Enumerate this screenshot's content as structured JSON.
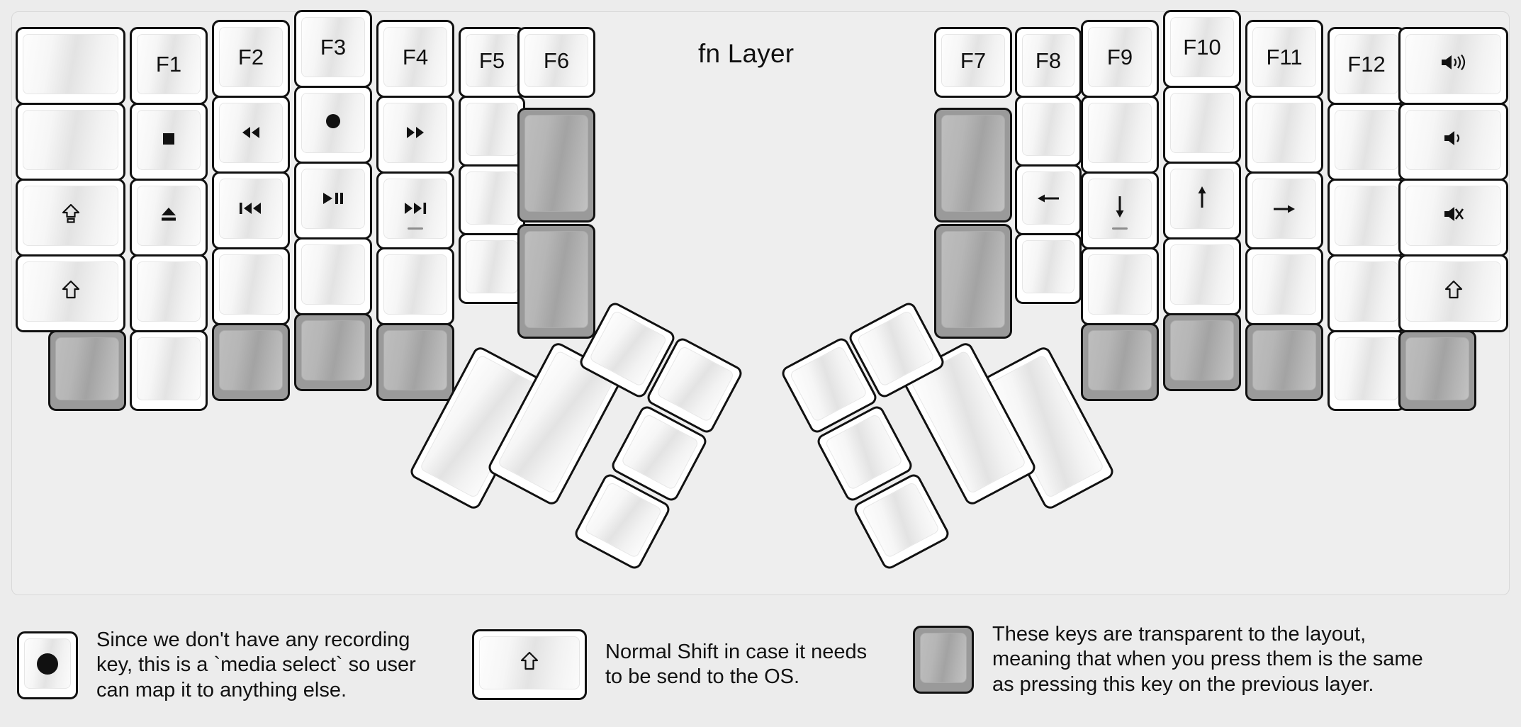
{
  "title": "fn Layer",
  "colors": {
    "background": "#ececec",
    "panel": "#eeeeee",
    "key_face": "#ffffff",
    "transparent_key": "#9a9a9a",
    "outline": "#111111",
    "text": "#111111"
  },
  "glyphs": {
    "stop": "■",
    "eject": "⏏",
    "caps_lock": "⇧",
    "shift": "⇧",
    "rewind": "◀◀",
    "fast_forward": "▶▶",
    "prev_track": "⏮",
    "next_track": "⏭",
    "play_pause": "▶‖",
    "record": "●",
    "arrow_left": "←",
    "arrow_down": "↓",
    "arrow_up": "↑",
    "arrow_right": "→",
    "volume_up": "🔊",
    "volume_down": "🔉",
    "mute": "🔇"
  },
  "left_half": {
    "columns": [
      {
        "name": "col-pinky-outer",
        "keys": [
          {
            "label": "",
            "icon": "",
            "type": "normal",
            "size": "wide"
          },
          {
            "label": "",
            "icon": "",
            "type": "normal",
            "size": "wide"
          },
          {
            "label": "",
            "icon": "caps-lock-icon",
            "type": "normal",
            "size": "wide"
          },
          {
            "label": "",
            "icon": "shift-icon",
            "type": "normal",
            "size": "wide"
          },
          {
            "label": "",
            "icon": "",
            "type": "transparent",
            "size": "normal"
          }
        ]
      },
      {
        "name": "col-pinky",
        "keys": [
          {
            "label": "F1",
            "icon": "",
            "type": "normal"
          },
          {
            "label": "",
            "icon": "stop-icon",
            "type": "normal"
          },
          {
            "label": "",
            "icon": "eject-icon",
            "type": "normal"
          },
          {
            "label": "",
            "icon": "",
            "type": "normal"
          },
          {
            "label": "",
            "icon": "",
            "type": "normal"
          }
        ]
      },
      {
        "name": "col-ring",
        "keys": [
          {
            "label": "F2",
            "icon": "",
            "type": "normal"
          },
          {
            "label": "",
            "icon": "rewind-icon",
            "type": "normal"
          },
          {
            "label": "",
            "icon": "prev-track-icon",
            "type": "normal"
          },
          {
            "label": "",
            "icon": "",
            "type": "normal"
          },
          {
            "label": "",
            "icon": "",
            "type": "transparent"
          }
        ]
      },
      {
        "name": "col-middle",
        "keys": [
          {
            "label": "F3",
            "icon": "",
            "type": "normal"
          },
          {
            "label": "",
            "icon": "record-icon",
            "type": "normal"
          },
          {
            "label": "",
            "icon": "play-pause-icon",
            "type": "normal"
          },
          {
            "label": "",
            "icon": "",
            "type": "normal"
          },
          {
            "label": "",
            "icon": "",
            "type": "transparent"
          }
        ]
      },
      {
        "name": "col-index",
        "keys": [
          {
            "label": "F4",
            "icon": "",
            "type": "normal"
          },
          {
            "label": "",
            "icon": "fast-forward-icon",
            "type": "normal"
          },
          {
            "label": "",
            "icon": "next-track-icon",
            "type": "normal",
            "homing": true
          },
          {
            "label": "",
            "icon": "",
            "type": "normal"
          },
          {
            "label": "",
            "icon": "",
            "type": "transparent"
          }
        ]
      },
      {
        "name": "col-index-inner",
        "keys": [
          {
            "label": "F5",
            "icon": "",
            "type": "normal"
          },
          {
            "label": "",
            "icon": "",
            "type": "normal"
          },
          {
            "label": "",
            "icon": "",
            "type": "normal"
          },
          {
            "label": "",
            "icon": "",
            "type": "normal"
          }
        ]
      },
      {
        "name": "col-inner",
        "keys": [
          {
            "label": "F6",
            "icon": "",
            "type": "normal"
          },
          {
            "label": "",
            "icon": "",
            "type": "transparent",
            "size": "tall"
          },
          {
            "label": "",
            "icon": "",
            "type": "transparent",
            "size": "tall"
          }
        ]
      }
    ],
    "thumb_cluster": [
      {
        "name": "thumb-big-1",
        "label": "",
        "type": "normal"
      },
      {
        "name": "thumb-big-2",
        "label": "",
        "type": "normal"
      },
      {
        "name": "thumb-small-1",
        "label": "",
        "type": "normal"
      },
      {
        "name": "thumb-small-2",
        "label": "",
        "type": "normal"
      },
      {
        "name": "thumb-small-3",
        "label": "",
        "type": "normal"
      },
      {
        "name": "thumb-small-4",
        "label": "",
        "type": "normal"
      }
    ]
  },
  "right_half": {
    "columns": [
      {
        "name": "col-inner",
        "keys": [
          {
            "label": "F7",
            "icon": "",
            "type": "normal"
          },
          {
            "label": "",
            "icon": "",
            "type": "transparent",
            "size": "tall"
          },
          {
            "label": "",
            "icon": "",
            "type": "transparent",
            "size": "tall"
          }
        ]
      },
      {
        "name": "col-index-inner",
        "keys": [
          {
            "label": "F8",
            "icon": "",
            "type": "normal"
          },
          {
            "label": "",
            "icon": "",
            "type": "normal"
          },
          {
            "label": "",
            "icon": "arrow-left-icon",
            "type": "normal"
          },
          {
            "label": "",
            "icon": "",
            "type": "normal"
          }
        ]
      },
      {
        "name": "col-index",
        "keys": [
          {
            "label": "F9",
            "icon": "",
            "type": "normal"
          },
          {
            "label": "",
            "icon": "",
            "type": "normal"
          },
          {
            "label": "",
            "icon": "arrow-down-icon",
            "type": "normal",
            "homing": true
          },
          {
            "label": "",
            "icon": "",
            "type": "normal"
          },
          {
            "label": "",
            "icon": "",
            "type": "transparent"
          }
        ]
      },
      {
        "name": "col-middle",
        "keys": [
          {
            "label": "F10",
            "icon": "",
            "type": "normal"
          },
          {
            "label": "",
            "icon": "",
            "type": "normal"
          },
          {
            "label": "",
            "icon": "arrow-up-icon",
            "type": "normal"
          },
          {
            "label": "",
            "icon": "",
            "type": "normal"
          },
          {
            "label": "",
            "icon": "",
            "type": "transparent"
          }
        ]
      },
      {
        "name": "col-ring",
        "keys": [
          {
            "label": "F11",
            "icon": "",
            "type": "normal"
          },
          {
            "label": "",
            "icon": "",
            "type": "normal"
          },
          {
            "label": "",
            "icon": "arrow-right-icon",
            "type": "normal"
          },
          {
            "label": "",
            "icon": "",
            "type": "normal"
          },
          {
            "label": "",
            "icon": "",
            "type": "transparent"
          }
        ]
      },
      {
        "name": "col-pinky",
        "keys": [
          {
            "label": "F12",
            "icon": "",
            "type": "normal"
          },
          {
            "label": "",
            "icon": "",
            "type": "normal"
          },
          {
            "label": "",
            "icon": "",
            "type": "normal"
          },
          {
            "label": "",
            "icon": "",
            "type": "normal"
          },
          {
            "label": "",
            "icon": "",
            "type": "normal"
          }
        ]
      },
      {
        "name": "col-pinky-outer",
        "keys": [
          {
            "label": "",
            "icon": "volume-up-icon",
            "type": "normal",
            "size": "wide"
          },
          {
            "label": "",
            "icon": "volume-down-icon",
            "type": "normal",
            "size": "wide"
          },
          {
            "label": "",
            "icon": "mute-icon",
            "type": "normal",
            "size": "wide"
          },
          {
            "label": "",
            "icon": "shift-icon",
            "type": "normal",
            "size": "wide"
          },
          {
            "label": "",
            "icon": "",
            "type": "transparent"
          }
        ]
      }
    ],
    "thumb_cluster": [
      {
        "name": "thumb-big-1",
        "label": "",
        "type": "normal"
      },
      {
        "name": "thumb-big-2",
        "label": "",
        "type": "normal"
      },
      {
        "name": "thumb-small-1",
        "label": "",
        "type": "normal"
      },
      {
        "name": "thumb-small-2",
        "label": "",
        "type": "normal"
      },
      {
        "name": "thumb-small-3",
        "label": "",
        "type": "normal"
      },
      {
        "name": "thumb-small-4",
        "label": "",
        "type": "normal"
      }
    ]
  },
  "legend": {
    "items": [
      {
        "key_icon": "record-icon",
        "key_type": "normal",
        "text": "Since we don't have any recording\nkey, this is a `media select` so user\ncan map it to anything else."
      },
      {
        "key_icon": "shift-icon",
        "key_type": "normal-wide",
        "text": "Normal Shift in case it needs\nto be send to the OS."
      },
      {
        "key_icon": "",
        "key_type": "transparent",
        "text": "These keys are transparent to the layout,\nmeaning that when you press them is the same\nas pressing this key on the previous layer."
      }
    ]
  }
}
